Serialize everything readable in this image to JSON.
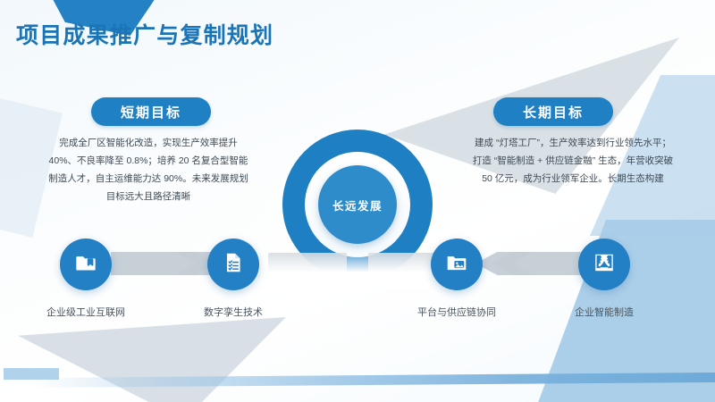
{
  "slide": {
    "title": "项目成果推广与复制规划",
    "center": {
      "label": "长远发展"
    },
    "panels": [
      {
        "badge": "短期目标",
        "body": "完成全厂区智能化改造，实现生产效率提升 40%、不良率降至 0.8%；培养 20 名复合型智能制造人才，自主运维能力达 90%。未来发展规划目标远大且路径清晰"
      },
      {
        "badge": "长期目标",
        "body": "建成 “灯塔工厂”，生产效率达到行业领先水平；打造 “智能制造 + 供应链金融” 生态，年营收突破 50 亿元，成为行业领军企业。长期生态构建"
      }
    ],
    "nodes": [
      {
        "label": "企业级工业互联网",
        "icon": "folder-bookmark-icon"
      },
      {
        "label": "数字孪生技术",
        "icon": "checklist-document-icon"
      },
      {
        "label": "平台与供应链协同",
        "icon": "image-folder-icon"
      },
      {
        "label": "企业智能制造",
        "icon": "stage-curtain-icon"
      }
    ],
    "colors": {
      "title": "#1b74b5",
      "accent": "#1f80c4",
      "node": "#2480c4",
      "ring": "#1f7fc3",
      "ring_inner": "#2e8ccb",
      "connector": "#c3ccd4",
      "body_text": "#3e4a54",
      "bg_triangle": "#d6dee4",
      "bg_parallelogram": "#a8cce8"
    }
  }
}
